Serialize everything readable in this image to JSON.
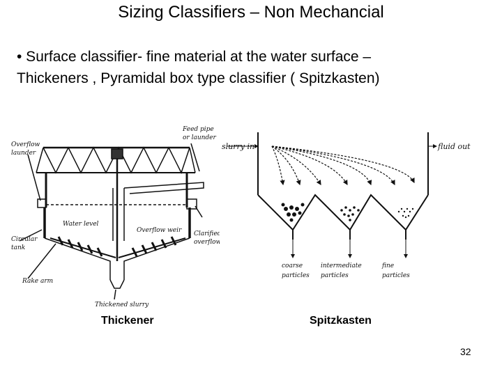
{
  "slide": {
    "title": "Sizing Classifiers – Non Mechancial",
    "bullet_line1": "• Surface classifier- fine material at the water surface –",
    "bullet_line2": "Thickeners , Pyramidal box type classifier ( Spitzkasten)",
    "page_number": "32"
  },
  "thickener": {
    "caption": "Thickener",
    "labels": {
      "feed_pipe": "Feed pipe",
      "or_launder": "or launder",
      "overflow": "Overflow",
      "launder": "launder",
      "water_level": "Water level",
      "overflow_weir": "Overflow weir",
      "clarified": "Clarified",
      "overflow2": "overflow",
      "circular": "Circular",
      "tank": "tank",
      "rake_arm": "Rake arm",
      "thickened_slurry": "Thickened slurry"
    }
  },
  "spitzkasten": {
    "caption": "Spitzkasten",
    "labels": {
      "slurry_in": "slurry in",
      "fluid_out": "fluid out",
      "coarse": "coarse",
      "coarse_particles": "particles",
      "intermediate": "intermediate",
      "intermediate_particles": "particles",
      "fine": "fine",
      "fine_particles": "particles"
    }
  }
}
